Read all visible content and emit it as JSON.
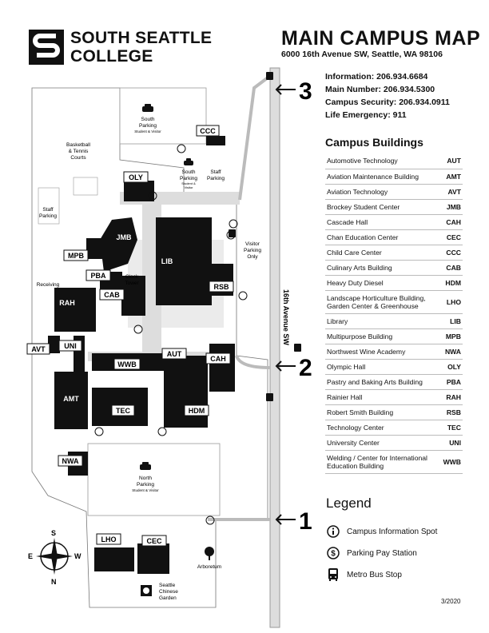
{
  "header": {
    "logo_line1": "SOUTH SEATTLE",
    "logo_line2": "COLLEGE",
    "title": "MAIN CAMPUS MAP",
    "address": "6000 16th Avenue SW, Seattle, WA 98106"
  },
  "contacts": [
    "Information: 206.934.6684",
    "Main Number: 206.934.5300",
    "Campus Security: 206.934.0911",
    "Life Emergency: 911"
  ],
  "buildings_title": "Campus Buildings",
  "buildings": [
    {
      "name": "Automotive Technology",
      "code": "AUT"
    },
    {
      "name": "Aviation Maintenance Building",
      "code": "AMT"
    },
    {
      "name": "Aviation Technology",
      "code": "AVT"
    },
    {
      "name": "Brockey Student Center",
      "code": "JMB"
    },
    {
      "name": "Cascade Hall",
      "code": "CAH"
    },
    {
      "name": "Chan Education Center",
      "code": "CEC"
    },
    {
      "name": "Child Care Center",
      "code": "CCC"
    },
    {
      "name": "Culinary Arts Building",
      "code": "CAB"
    },
    {
      "name": "Heavy Duty Diesel",
      "code": "HDM"
    },
    {
      "name": "Landscape Horticulture Building, Garden Center & Greenhouse",
      "code": "LHO"
    },
    {
      "name": "Library",
      "code": "LIB"
    },
    {
      "name": "Multipurpose Building",
      "code": "MPB"
    },
    {
      "name": "Northwest Wine Academy",
      "code": "NWA"
    },
    {
      "name": "Olympic Hall",
      "code": "OLY"
    },
    {
      "name": "Pastry and Baking Arts Building",
      "code": "PBA"
    },
    {
      "name": "Rainier Hall",
      "code": "RAH"
    },
    {
      "name": "Robert Smith Building",
      "code": "RSB"
    },
    {
      "name": "Technology Center",
      "code": "TEC"
    },
    {
      "name": "University Center",
      "code": "UNI"
    },
    {
      "name": "Welding / Center for International Education Building",
      "code": "WWB"
    }
  ],
  "legend": {
    "title": "Legend",
    "items": [
      {
        "label": "Campus Information Spot",
        "icon": "info-icon"
      },
      {
        "label": "Parking Pay Station",
        "icon": "dollar-icon"
      },
      {
        "label": "Metro Bus Stop",
        "icon": "bus-icon"
      }
    ]
  },
  "map": {
    "street": "16th Avenue SW",
    "entrances": [
      "1",
      "2",
      "3"
    ],
    "labels": {
      "south_parking": "South",
      "south_parking2": "Parking",
      "south_parking_sub": "Student & Visitor",
      "north_parking": "North",
      "north_parking2": "Parking",
      "north_parking_sub": "Student & Visitor",
      "south_parking_small": "South",
      "south_parking_small2": "Parking",
      "south_parking_small_sub": "Student &",
      "south_parking_small_sub2": "Visitor",
      "staff_parking_a": "Staff",
      "staff_parking_a2": "Parking",
      "staff_parking_b": "Staff",
      "staff_parking_b2": "Parking",
      "visitor_parking": "Visitor",
      "visitor_parking2": "Parking",
      "visitor_parking3": "Only",
      "courts": "Basketball",
      "courts2": "& Tennis",
      "courts3": "Courts",
      "receiving": "Receiving",
      "clock_tower": "Clock",
      "clock_tower2": "Tower",
      "arboretum": "Arboretum",
      "garden": "Seattle",
      "garden2": "Chinese",
      "garden3": "Garden"
    },
    "compass": {
      "n": "N",
      "s": "S",
      "e": "E",
      "w": "W"
    }
  },
  "date": "3/2020"
}
